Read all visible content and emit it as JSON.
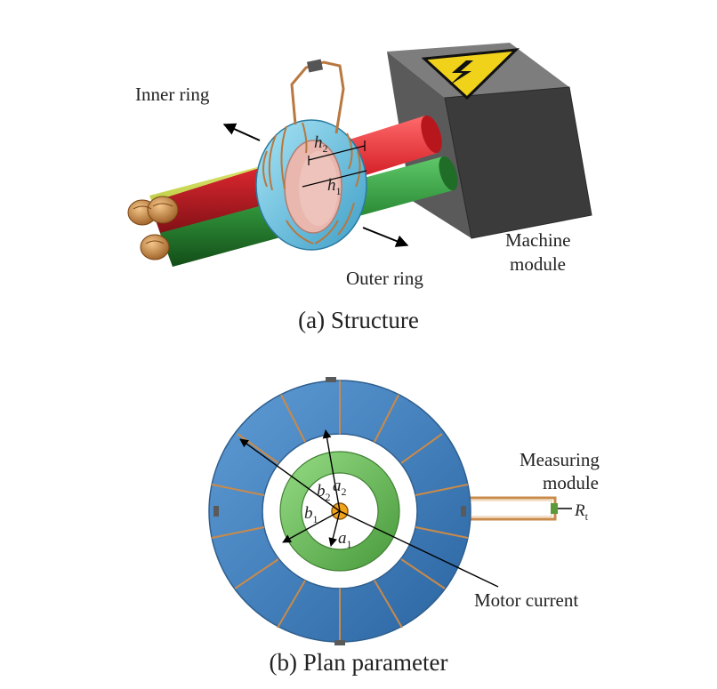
{
  "structure": {
    "caption": "(a) Structure",
    "labels": {
      "inner_ring": "Inner ring",
      "outer_ring": "Outer ring",
      "machine_module_line1": "Machine",
      "machine_module_line2": "module"
    },
    "dims": {
      "h2": {
        "main": "h",
        "sub": "2"
      },
      "h1": {
        "main": "h",
        "sub": "1"
      }
    },
    "icon": "high-voltage-warning-icon"
  },
  "plan": {
    "caption": "(b) Plan parameter",
    "labels": {
      "measuring_module_line1": "Measuring",
      "measuring_module_line2": "module",
      "motor_current": "Motor current",
      "resistor": {
        "main": "R",
        "sub": "t"
      }
    },
    "dims": {
      "a1": {
        "main": "a",
        "sub": "1"
      },
      "a2": {
        "main": "a",
        "sub": "2"
      },
      "b1": {
        "main": "b",
        "sub": "1"
      },
      "b2": {
        "main": "b",
        "sub": "2"
      }
    }
  },
  "colors": {
    "outer_ring_blue": "#3f7fbf",
    "inner_ring_green": "#6cbf5a",
    "cable_red": "#d8262e",
    "cable_green": "#2e8f38",
    "cable_yellow": "#d6e65a",
    "copper": "#c98a4a",
    "box_grey": "#4a4a4a",
    "ring3d_cyan": "#6cc7e6",
    "ring3d_pink": "#e9b7ae"
  }
}
